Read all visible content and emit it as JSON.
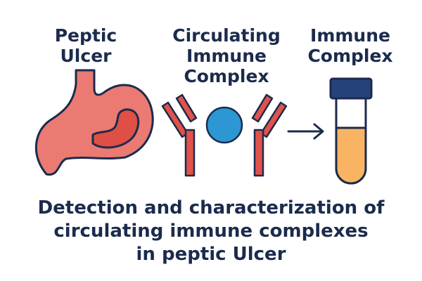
{
  "labels": {
    "peptic_ulcer": [
      "Peptic",
      "Ulcer"
    ],
    "circulating_immune_complex": [
      "Circulating",
      "Immune",
      "Complex"
    ],
    "immune_complex": [
      "Immune",
      "Complex"
    ]
  },
  "title": {
    "lines": [
      "Detection and characterization of",
      "circulating immune complexes",
      "in peptic Ulcer"
    ]
  },
  "icons": {
    "stomach": "stomach-icon",
    "antibody": "antibody-icon",
    "antigen": "antigen-circle-icon",
    "arrow": "arrow-right-icon",
    "tube": "test-tube-icon"
  },
  "colors": {
    "text": "#1b2b4d",
    "stomach_outer": "#ea7a72",
    "stomach_inner": "#e04f45",
    "antibody": "#e1524a",
    "antigen": "#2c97d2",
    "tube_cap": "#26427a",
    "tube_liquid": "#f9b463",
    "outline": "#1b2b4d"
  }
}
